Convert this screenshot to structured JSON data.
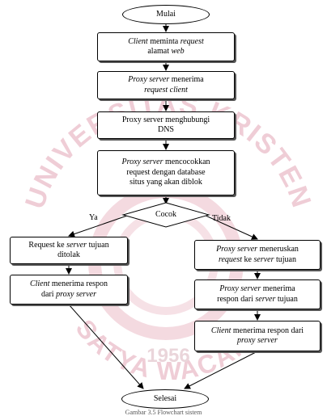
{
  "flowchart": {
    "start": "Mulai",
    "end": "Selesai",
    "steps": [
      {
        "lines": [
          [
            {
              "t": "Client",
              "i": true
            },
            {
              "t": " meminta ",
              "i": false
            },
            {
              "t": "request",
              "i": true
            }
          ],
          [
            {
              "t": "alamat ",
              "i": false
            },
            {
              "t": "web",
              "i": true
            }
          ]
        ]
      },
      {
        "lines": [
          [
            {
              "t": "Proxy server",
              "i": true
            },
            {
              "t": " menerima",
              "i": false
            }
          ],
          [
            {
              "t": "request client",
              "i": true
            }
          ]
        ]
      },
      {
        "lines": [
          [
            {
              "t": "Proxy server menghubungi",
              "i": false
            }
          ],
          [
            {
              "t": "DNS",
              "i": false
            }
          ]
        ]
      },
      {
        "lines": [
          [
            {
              "t": "Proxy server",
              "i": true
            },
            {
              "t": " mencocokkan",
              "i": false
            }
          ],
          [
            {
              "t": "request dengan database",
              "i": false
            }
          ],
          [
            {
              "t": "situs yang akan diblok",
              "i": false
            }
          ]
        ]
      }
    ],
    "decision": {
      "label": "Cocok",
      "yes": "Ya",
      "no": "Tidak"
    },
    "left_branch": [
      {
        "lines": [
          [
            {
              "t": "Request ke ",
              "i": false
            },
            {
              "t": "server",
              "i": true
            },
            {
              "t": " tujuan",
              "i": false
            }
          ],
          [
            {
              "t": "ditolak",
              "i": false
            }
          ]
        ]
      },
      {
        "lines": [
          [
            {
              "t": "Client",
              "i": true
            },
            {
              "t": " menerima respon",
              "i": false
            }
          ],
          [
            {
              "t": "dari ",
              "i": false
            },
            {
              "t": "proxy server",
              "i": true
            }
          ]
        ]
      }
    ],
    "right_branch": [
      {
        "lines": [
          [
            {
              "t": "Proxy server",
              "i": true
            },
            {
              "t": " meneruskan",
              "i": false
            }
          ],
          [
            {
              "t": "request",
              "i": true
            },
            {
              "t": " ke ",
              "i": false
            },
            {
              "t": "server",
              "i": true
            },
            {
              "t": " tujuan",
              "i": false
            }
          ]
        ]
      },
      {
        "lines": [
          [
            {
              "t": "Proxy server",
              "i": true
            },
            {
              "t": " menerima",
              "i": false
            }
          ],
          [
            {
              "t": "respon dari ",
              "i": false
            },
            {
              "t": "server",
              "i": true
            },
            {
              "t": " tujuan",
              "i": false
            }
          ]
        ]
      },
      {
        "lines": [
          [
            {
              "t": "Client",
              "i": true
            },
            {
              "t": " menerima respon dari",
              "i": false
            }
          ],
          [
            {
              "t": "proxy server",
              "i": true
            }
          ]
        ]
      }
    ]
  },
  "watermark": {
    "text_top": "UNIVERSITAS KRISTEN",
    "text_bottom": "SATYA WACANA",
    "year": "1956",
    "color": "#e3a6b6"
  },
  "caption": "Gambar 3.5 Flowchart sistem"
}
